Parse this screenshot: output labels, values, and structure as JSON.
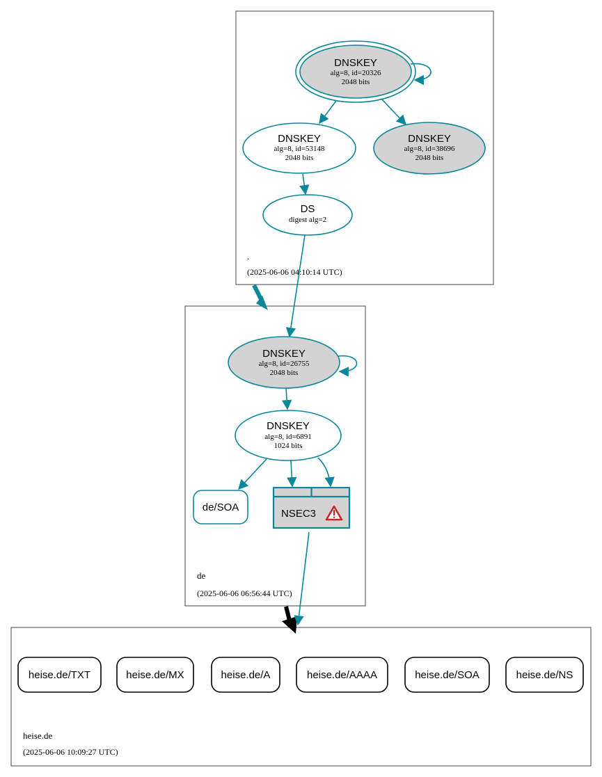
{
  "colors": {
    "teal": "#0a879a",
    "node_fill_gray": "#d3d3d3",
    "warning_red": "#cc2222",
    "delegation_black": "#000000"
  },
  "zones": {
    "root": {
      "name": ".",
      "timestamp": "(2025-06-06 04:10:14 UTC)"
    },
    "de": {
      "name": "de",
      "timestamp": "(2025-06-06 06:56:44 UTC)"
    },
    "heise": {
      "name": "heise.de",
      "timestamp": "(2025-06-06 10:09:27 UTC)"
    }
  },
  "nodes": {
    "root_ksk": {
      "title": "DNSKEY",
      "line1": "alg=8, id=20326",
      "line2": "2048 bits"
    },
    "root_zsk_a": {
      "title": "DNSKEY",
      "line1": "alg=8, id=53148",
      "line2": "2048 bits"
    },
    "root_zsk_b": {
      "title": "DNSKEY",
      "line1": "alg=8, id=38696",
      "line2": "2048 bits"
    },
    "root_ds": {
      "title": "DS",
      "line1": "digest alg=2"
    },
    "de_ksk": {
      "title": "DNSKEY",
      "line1": "alg=8, id=26755",
      "line2": "2048 bits"
    },
    "de_zsk": {
      "title": "DNSKEY",
      "line1": "alg=8, id=6891",
      "line2": "1024 bits"
    },
    "de_soa": {
      "label": "de/SOA"
    },
    "de_nsec3": {
      "label": "NSEC3",
      "icon": "warning-icon"
    }
  },
  "records": [
    {
      "label": "heise.de/TXT"
    },
    {
      "label": "heise.de/MX"
    },
    {
      "label": "heise.de/A"
    },
    {
      "label": "heise.de/AAAA"
    },
    {
      "label": "heise.de/SOA"
    },
    {
      "label": "heise.de/NS"
    }
  ]
}
